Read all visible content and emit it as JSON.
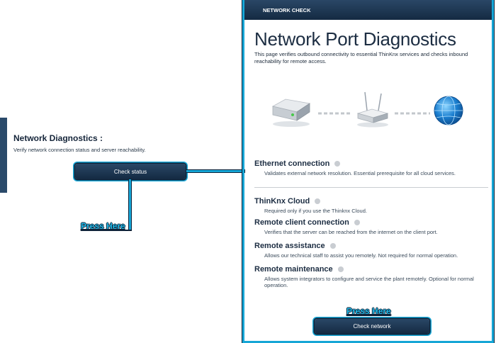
{
  "left": {
    "title": "Network Diagnostics :",
    "subtitle": "Verify network connection status and server reachability.",
    "check_status_label": "Check status",
    "press_here_label": "Press Here"
  },
  "panel": {
    "header": "NETWORK CHECK",
    "title": "Network Port Diagnostics",
    "intro": "This page verifies outbound connectivity to essential ThinKnx services and checks inbound reachability for remote access.",
    "sections": [
      {
        "title": "Ethernet connection",
        "desc": "Validates external network resolution. Essential prerequisite for all cloud services."
      },
      {
        "title": "ThinKnx Cloud",
        "desc": "Required only if you use the Thinknx Cloud."
      },
      {
        "title": "Remote client connection",
        "desc": "Verifies that the server can be reached from the internet on the client port."
      },
      {
        "title": "Remote assistance",
        "desc": "Allows our technical staff to assist you remotely. Not required for normal operation."
      },
      {
        "title": "Remote maintenance",
        "desc": "Allows system integrators to configure and service the plant remotely. Optional for normal operation."
      }
    ],
    "press_here_label": "Press Here",
    "check_network_label": "Check network"
  },
  "colors": {
    "accent": "#16a6d6",
    "button": "#1a3350",
    "status_dot": "#c9cdd2"
  },
  "icons": [
    "server-icon",
    "router-icon",
    "globe-icon"
  ]
}
